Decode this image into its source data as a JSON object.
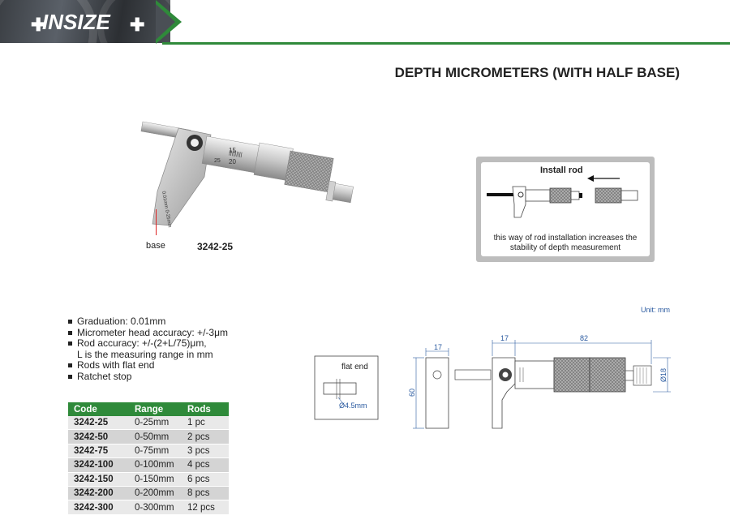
{
  "header": {
    "logo_text": "INSIZE",
    "accent_color": "#2f8a3a"
  },
  "page_title": "DEPTH MICROMETERS (WITH HALF BASE)",
  "product": {
    "base_label": "base",
    "code": "3242-25",
    "head_scale": [
      "15",
      "20",
      "25"
    ],
    "frame_text": "0.01mm 0-25mm"
  },
  "install": {
    "title": "Install rod",
    "caption": "this way of rod installation increases the stability of depth measurement"
  },
  "features": [
    "Graduation: 0.01mm",
    "Micrometer head accuracy: +/-3μm",
    "Rod accuracy: +/-(2+L/75)μm,",
    "L is the measuring range in mm",
    "Rods with flat end",
    "Ratchet stop"
  ],
  "table": {
    "headers": [
      "Code",
      "Range",
      "Rods"
    ],
    "rows": [
      [
        "3242-25",
        "0-25mm",
        "1 pc"
      ],
      [
        "3242-50",
        "0-50mm",
        "2 pcs"
      ],
      [
        "3242-75",
        "0-75mm",
        "3 pcs"
      ],
      [
        "3242-100",
        "0-100mm",
        "4 pcs"
      ],
      [
        "3242-150",
        "0-150mm",
        "6 pcs"
      ],
      [
        "3242-200",
        "0-200mm",
        "8 pcs"
      ],
      [
        "3242-300",
        "0-300mm",
        "12 pcs"
      ]
    ]
  },
  "unit_label": "Unit: mm",
  "drawing": {
    "flat_end_label": "flat end",
    "rod_diameter": "Ø4.5mm",
    "dim_base_width": "17",
    "dim_base_height": "60",
    "dim_frame_width": "17",
    "dim_head_length": "82",
    "dim_head_diameter": "Ø18"
  }
}
